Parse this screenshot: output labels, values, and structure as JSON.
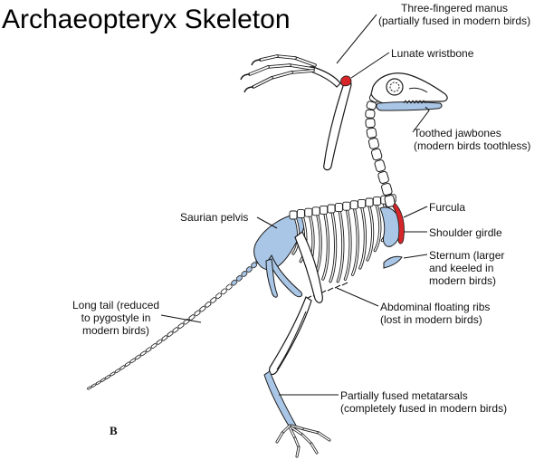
{
  "title": "Archaeopteryx Skeleton",
  "figure_letter": "B",
  "colors": {
    "bone_fill": "#ffffff",
    "bone_stroke": "#1a1a1a",
    "highlight_blue": "#a9c6e6",
    "highlight_red": "#d6262a"
  },
  "labels": {
    "manus": [
      "Three-fingered manus",
      "(partially fused in modern birds)"
    ],
    "wristbone": [
      "Lunate wristbone"
    ],
    "jawbones": [
      "Toothed jawbones",
      "(modern birds toothless)"
    ],
    "furcula": [
      "Furcula"
    ],
    "shoulder": [
      "Shoulder girdle"
    ],
    "sternum": [
      "Sternum (larger",
      "and keeled in",
      "modern birds)"
    ],
    "pelvis": [
      "Saurian pelvis"
    ],
    "tail": [
      "Long tail (reduced",
      "to pygostyle in",
      "modern birds)"
    ],
    "ribs": [
      "Abdominal floating ribs",
      "(lost in modern birds)"
    ],
    "metatarsals": [
      "Partially fused metatarsals",
      "(completely fused in modern birds)"
    ]
  }
}
